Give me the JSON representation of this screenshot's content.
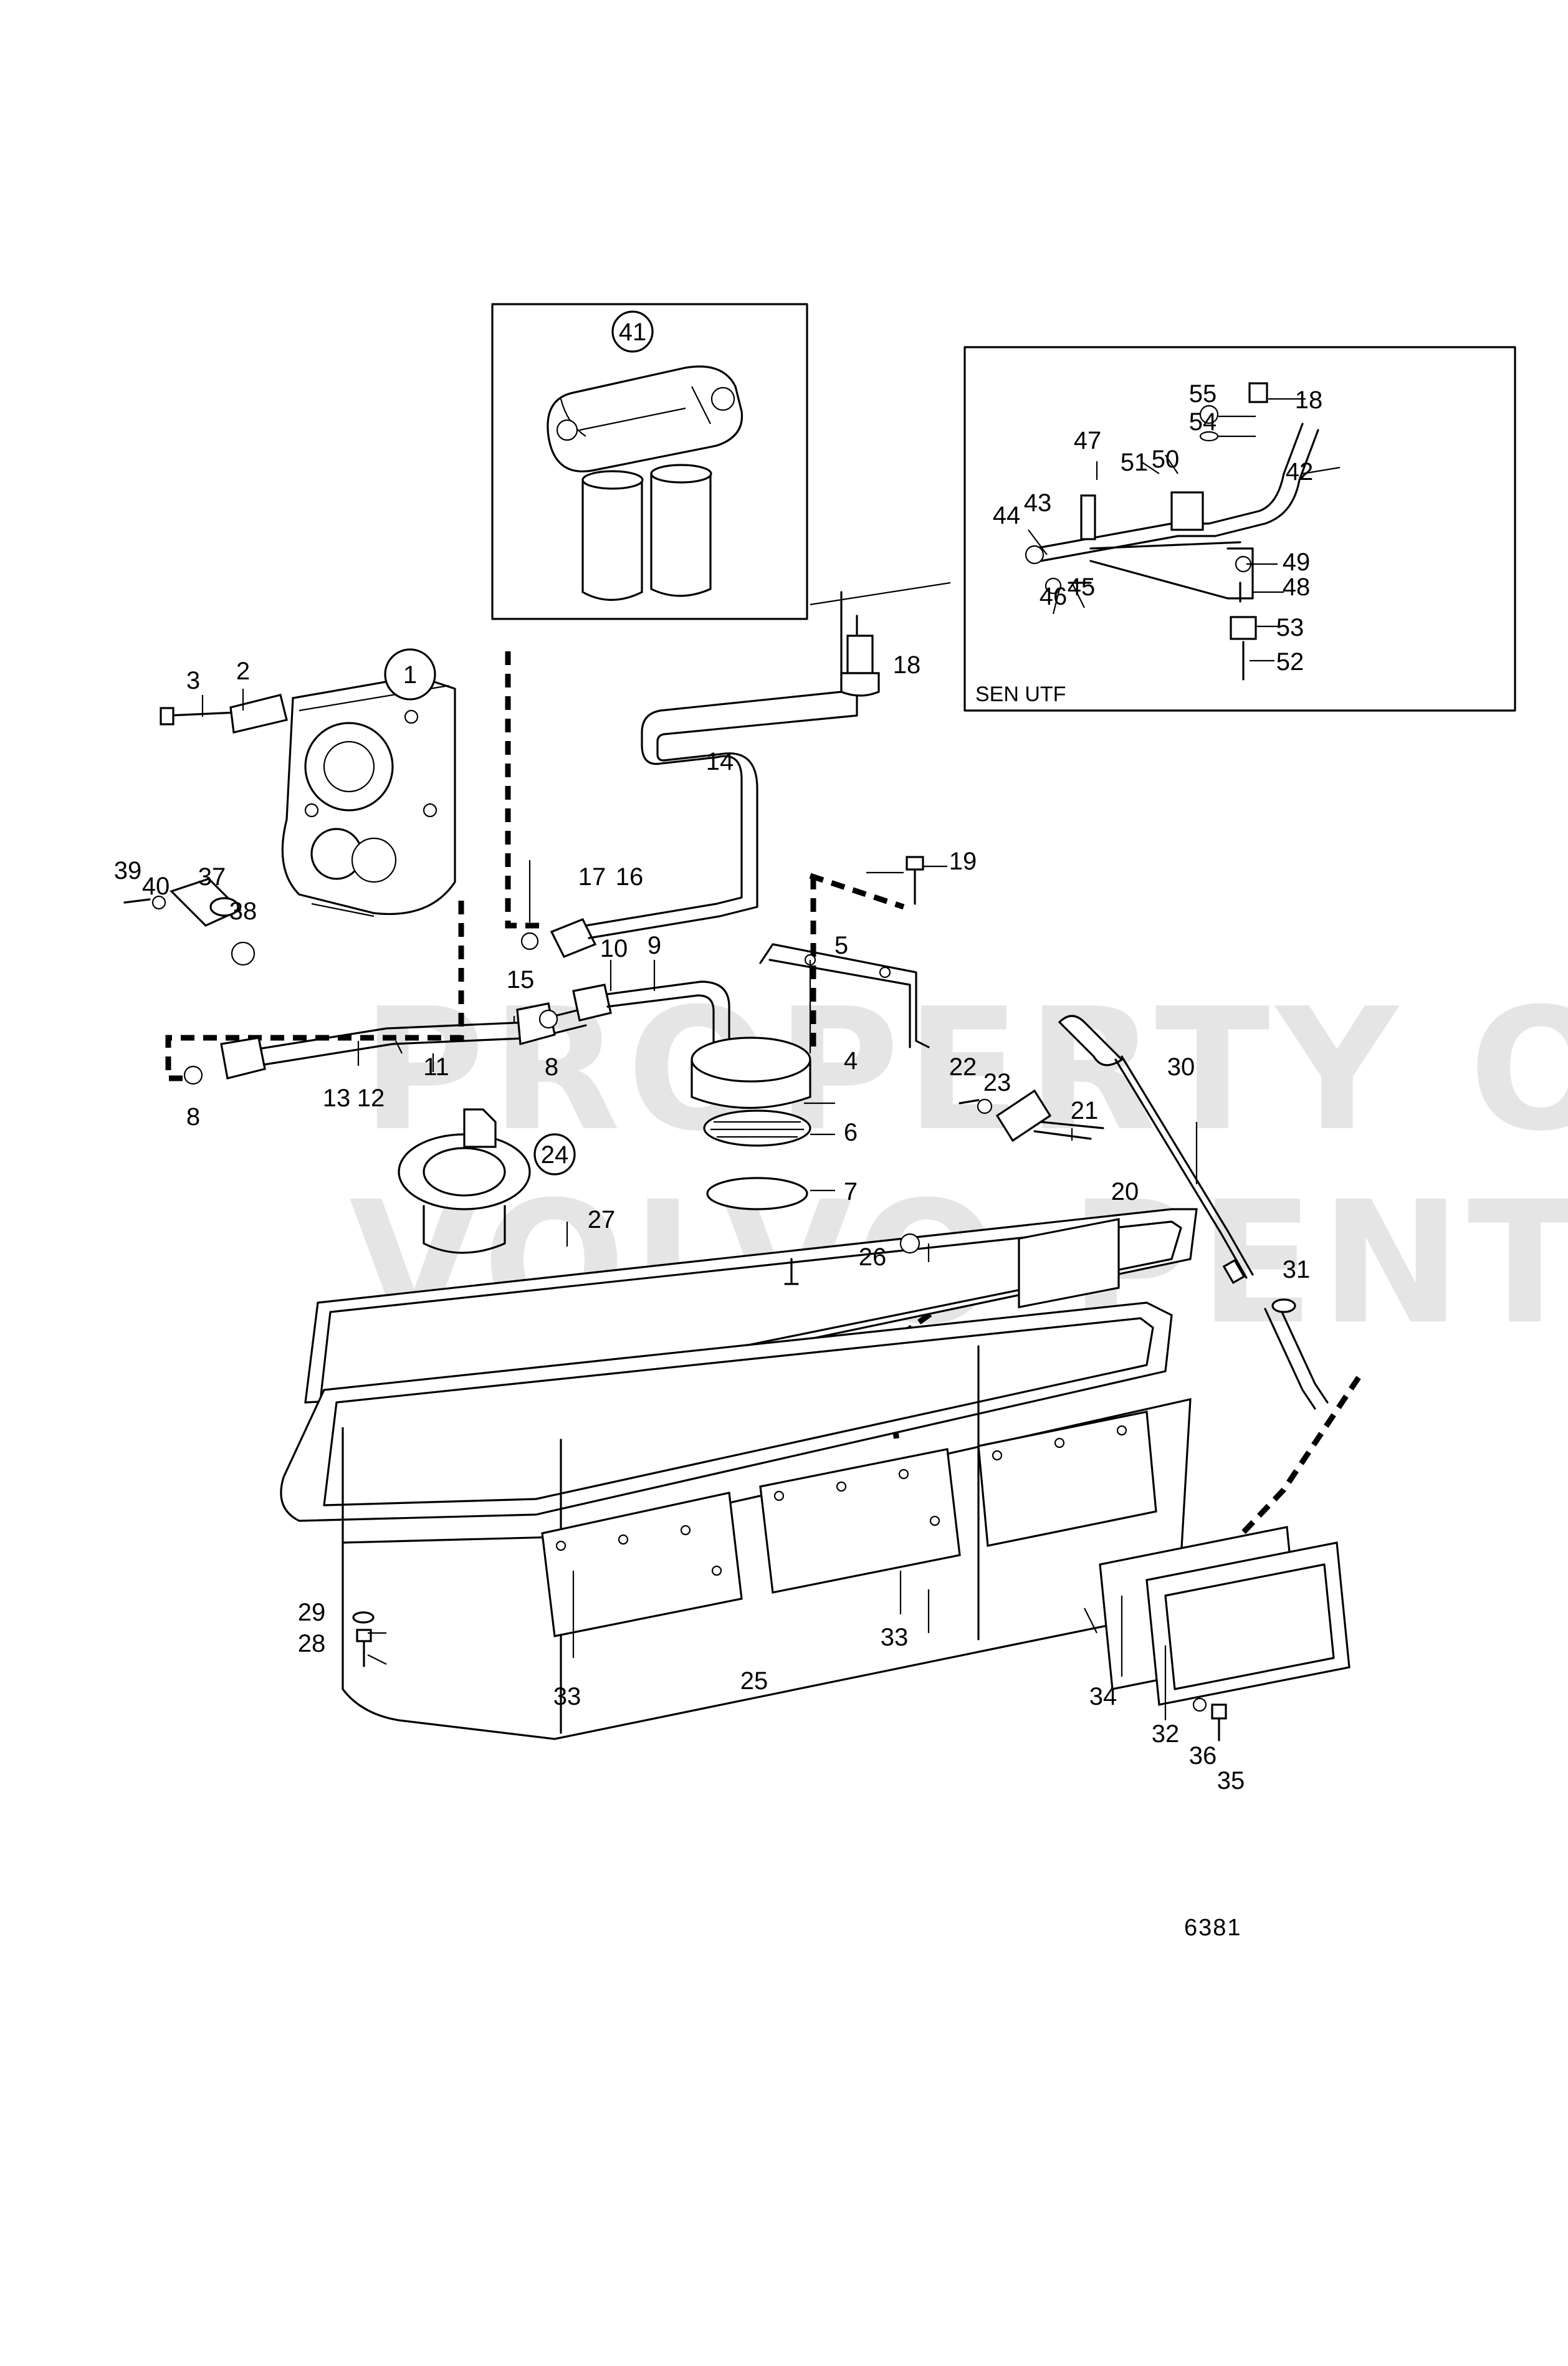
{
  "diagram": {
    "watermark": {
      "line1": "PROPERTY OF",
      "line2": "VOLVO PENTA"
    },
    "inset_box": {
      "caption": "SEN UTF"
    },
    "drawing_number": "6381",
    "callouts": [
      {
        "n": "1",
        "circled": true
      },
      {
        "n": "2"
      },
      {
        "n": "3"
      },
      {
        "n": "4"
      },
      {
        "n": "5"
      },
      {
        "n": "6"
      },
      {
        "n": "7"
      },
      {
        "n": "8"
      },
      {
        "n": "8"
      },
      {
        "n": "9"
      },
      {
        "n": "10"
      },
      {
        "n": "11"
      },
      {
        "n": "12"
      },
      {
        "n": "13"
      },
      {
        "n": "14"
      },
      {
        "n": "15"
      },
      {
        "n": "16"
      },
      {
        "n": "17"
      },
      {
        "n": "18"
      },
      {
        "n": "18"
      },
      {
        "n": "19"
      },
      {
        "n": "20"
      },
      {
        "n": "21"
      },
      {
        "n": "22"
      },
      {
        "n": "23"
      },
      {
        "n": "24",
        "circled": true
      },
      {
        "n": "25"
      },
      {
        "n": "26"
      },
      {
        "n": "27"
      },
      {
        "n": "28"
      },
      {
        "n": "29"
      },
      {
        "n": "30"
      },
      {
        "n": "31"
      },
      {
        "n": "32"
      },
      {
        "n": "33"
      },
      {
        "n": "33"
      },
      {
        "n": "34"
      },
      {
        "n": "35"
      },
      {
        "n": "36"
      },
      {
        "n": "37"
      },
      {
        "n": "38"
      },
      {
        "n": "39"
      },
      {
        "n": "40"
      },
      {
        "n": "41",
        "circled": true
      },
      {
        "n": "42"
      },
      {
        "n": "43"
      },
      {
        "n": "44"
      },
      {
        "n": "45"
      },
      {
        "n": "46"
      },
      {
        "n": "47"
      },
      {
        "n": "48"
      },
      {
        "n": "49"
      },
      {
        "n": "50"
      },
      {
        "n": "51"
      },
      {
        "n": "52"
      },
      {
        "n": "53"
      },
      {
        "n": "54"
      },
      {
        "n": "55"
      }
    ]
  }
}
